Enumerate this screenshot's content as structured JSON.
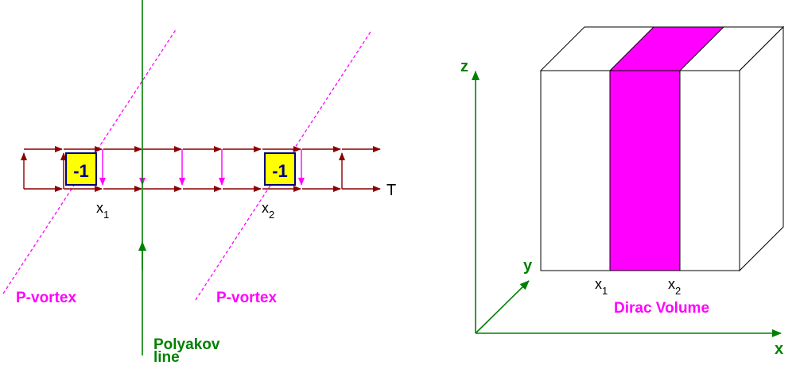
{
  "left_panel": {
    "plaquette_label": "-1",
    "temporal_label": "T",
    "x1": {
      "main": "x",
      "sub": "1"
    },
    "x2": {
      "main": "x",
      "sub": "2"
    },
    "vortex_labels": [
      "P-vortex",
      "P-vortex"
    ],
    "polyakov_label": [
      "Polyakov",
      "line"
    ]
  },
  "right_panel": {
    "axes": {
      "x": "x",
      "y": "y",
      "z": "z"
    },
    "x1": {
      "main": "x",
      "sub": "1"
    },
    "x2": {
      "main": "x",
      "sub": "2"
    },
    "dirac_label": "Dirac Volume"
  },
  "colors": {
    "link": "#8b0000",
    "vortex": "#ff00ff",
    "polyakov": "#008000",
    "plaquette_fill": "#ffff00",
    "plaquette_border": "#000080",
    "dirac_fill": "#ff00ff"
  }
}
